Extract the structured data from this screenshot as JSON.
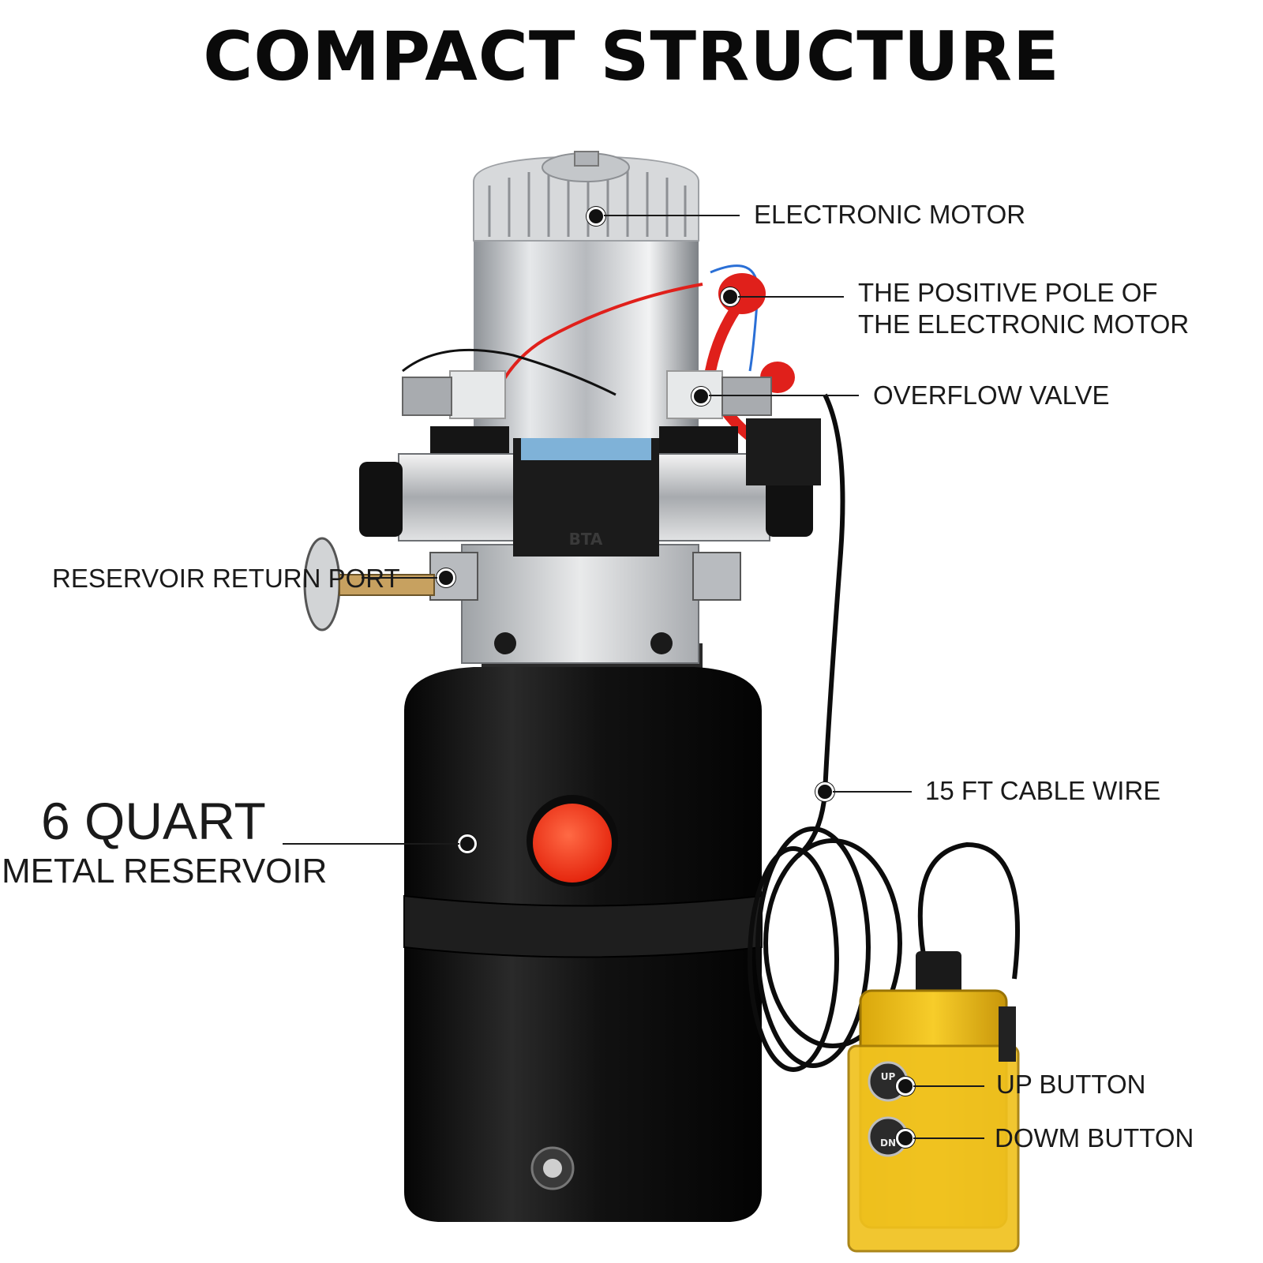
{
  "title": "COMPACT STRUCTURE",
  "callouts": {
    "motor": "ELECTRONIC MOTOR",
    "positive_pole_line1": "THE POSITIVE POLE OF",
    "positive_pole_line2": "THE ELECTRONIC MOTOR",
    "overflow_valve": "OVERFLOW VALVE",
    "return_port": "RESERVOIR RETURN PORT",
    "cable": "15 FT CABLE WIRE",
    "reservoir_line1": "6 QUART",
    "reservoir_line2": "METAL RESERVOIR",
    "up_button": "UP BUTTON",
    "down_button": "DOWM BUTTON"
  },
  "device_labels": {
    "valve_brand": "BTA",
    "pendant_up": "UP",
    "pendant_down": "DN"
  },
  "colors": {
    "reservoir": "#141414",
    "cap": "#ff3b1f",
    "pendant": "#f4c21a",
    "motor": "#c9ccd0",
    "wire_red": "#e0201b",
    "wire_blue": "#2a6fd6"
  }
}
